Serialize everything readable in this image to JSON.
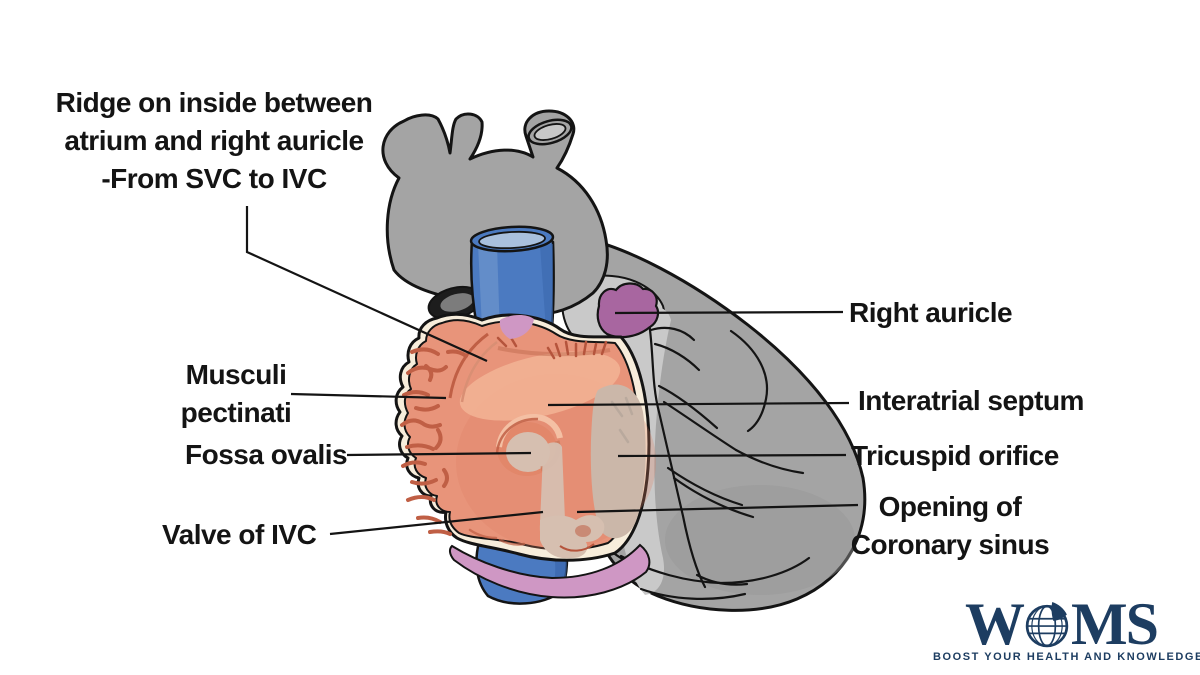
{
  "labels": {
    "ridge": "Ridge on inside between\natrium and right auricle\n-From SVC to IVC",
    "musculi": "Musculi\npectinati",
    "fossa": "Fossa ovalis",
    "valve_ivc": "Valve of IVC",
    "right_auricle": "Right auricle",
    "interatrial_septum": "Interatrial septum",
    "tricuspid_orifice": "Tricuspid orifice",
    "coronary_sinus": "Opening of\nCoronary sinus"
  },
  "logo": {
    "letter_w": "W",
    "letters_ms": "MS",
    "tagline": "BOOST YOUR HEALTH AND KNOWLEDGE"
  },
  "colors": {
    "page_bg": "#ffffff",
    "ink": "#141414",
    "body_gray": "#a4a4a4",
    "band_gray": "#c9c9c9",
    "vessel_blue": "#4b7ac1",
    "vessel_blue_light": "#a9c0dd",
    "atrium_salmon": "#e8947a",
    "atrium_ridge": "#c05f45",
    "atrium_light": "#f4b899",
    "fossa_tan": "#d6bfb0",
    "pale_area": "#cbb7a9",
    "cream": "#f7eddb",
    "mauve": "#cf97c4",
    "purple_auricle": "#a866a0",
    "logo_navy": "#1d3d61"
  }
}
